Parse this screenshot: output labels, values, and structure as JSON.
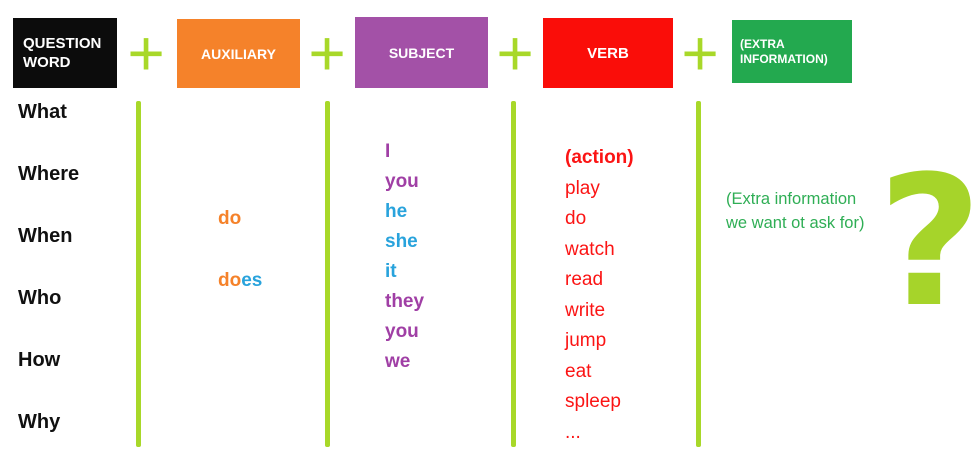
{
  "diagram_title": "Question structure: QUESTION WORD + AUXILIARY + SUBJECT + VERB + (EXTRA INFORMATION)",
  "colors": {
    "question_word_box": "#0c0c0c",
    "auxiliary_box": "#f5822a",
    "subject_box": "#a351a7",
    "verb_box": "#fa0d09",
    "extra_info_box": "#23a94f",
    "chartreuse_lines": "#a8d829",
    "auxiliary_text_orange": "#f5822a",
    "third_person_blue": "#29a3dc",
    "subject_text_purple": "#a03fa5",
    "verb_text_red": "#fb1414",
    "extra_text_green": "#2fae55"
  },
  "header": {
    "plus_sign": "+",
    "boxes": [
      {
        "label": "QUESTION WORD"
      },
      {
        "label": "AUXILIARY"
      },
      {
        "label": "SUBJECT"
      },
      {
        "label": "VERB"
      },
      {
        "label": "(EXTRA INFORMATION)"
      }
    ]
  },
  "columns": {
    "question_words": {
      "items": [
        "What",
        "Where",
        "When",
        "Who",
        "How",
        "Why"
      ]
    },
    "auxiliary": {
      "do": "do",
      "does_part1": "do",
      "does_part2": "es"
    },
    "subject": {
      "items": [
        {
          "text": "I",
          "color": "purple"
        },
        {
          "text": "you",
          "color": "purple"
        },
        {
          "text": "he",
          "color": "blue"
        },
        {
          "text": "she",
          "color": "blue"
        },
        {
          "text": "it",
          "color": "blue"
        },
        {
          "text": "they",
          "color": "purple"
        },
        {
          "text": "you",
          "color": "purple"
        },
        {
          "text": "we",
          "color": "purple"
        }
      ]
    },
    "verb": {
      "heading": "(action)",
      "items": [
        "play",
        "do",
        "watch",
        "read",
        "write",
        "jump",
        "eat",
        "spleep",
        "..."
      ]
    },
    "extra_information": {
      "line1": "(Extra information",
      "line2": "we want ot ask for)"
    }
  },
  "icons": {
    "plus": "+",
    "question_mark": "?"
  }
}
